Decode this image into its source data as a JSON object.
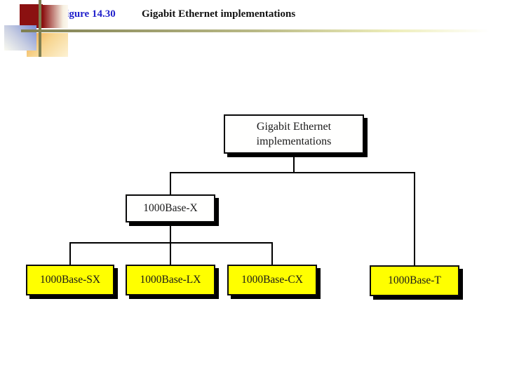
{
  "slide": {
    "figure_label": "Figure 14.30",
    "title": "Gigabit Ethernet implementations"
  },
  "diagram": {
    "root": {
      "label": "Gigabit Ethernet\nimplementations"
    },
    "level2": [
      {
        "label": "1000Base-X"
      }
    ],
    "leaves": [
      {
        "label": "1000Base-SX"
      },
      {
        "label": "1000Base-LX"
      },
      {
        "label": "1000Base-CX"
      },
      {
        "label": "1000Base-T"
      }
    ]
  },
  "colors": {
    "leaf_fill": "#FFFF00",
    "node_fill": "#FFFFFE",
    "node_border": "#0A0A0A",
    "node_shadow": "#000000",
    "connector_line": "#000000",
    "figure_label_text": "#2222CC",
    "title_text": "#111111",
    "ornament_maroon": "#8B1111",
    "ornament_olive": "#7F7F52",
    "ornament_blue": "#7B8FD4",
    "ornament_orange": "#F0A848"
  }
}
